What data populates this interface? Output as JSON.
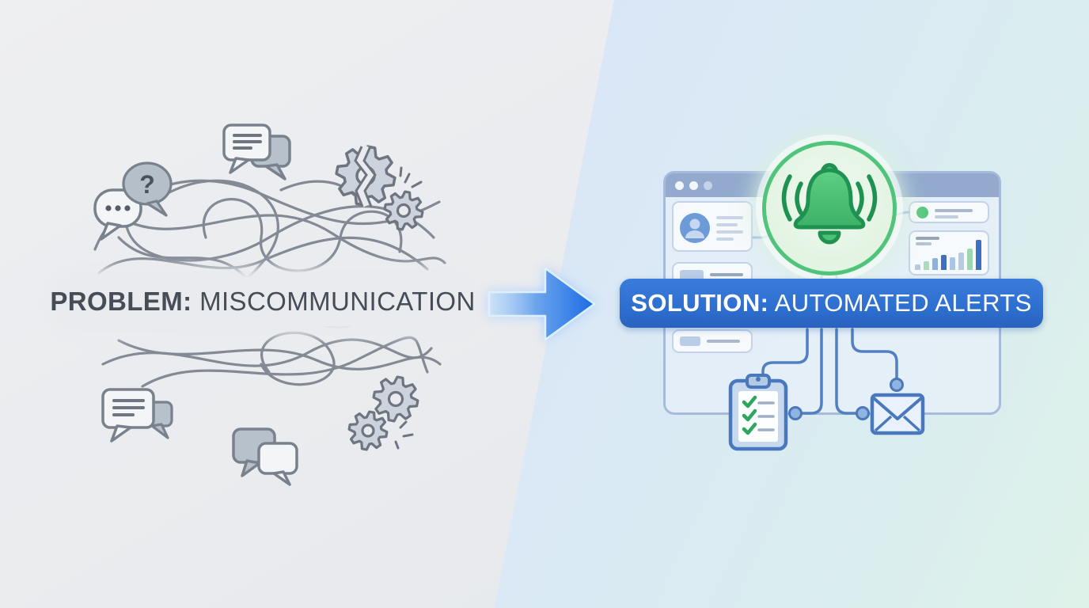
{
  "problem": {
    "heading_bold": "PROBLEM:",
    "heading_rest": " MISCOMMUNICATION",
    "heading_color": "#464d57",
    "question_mark": "?",
    "line_color": "#7e8591",
    "icons": [
      "ellipsis-speech-bubble",
      "question-speech-bubble",
      "chat-bubbles",
      "broken-gear",
      "gear",
      "tangled-lines",
      "message-bubble",
      "chat-bubbles",
      "gears-pair"
    ]
  },
  "arrow": {
    "icon": "right-arrow",
    "color_start": "#cbe2f8",
    "color_end": "#1c6be4"
  },
  "solution": {
    "heading_bold": "SOLUTION:",
    "heading_rest": " AUTOMATED ALERTS",
    "heading_color": "#ffffff",
    "banner_color": "#2d6fd0",
    "bell": {
      "icon": "notification-bell-icon",
      "circle_fill": "#e6f6e7",
      "circle_border": "#4fc47a",
      "bell_fill": "#4ec277",
      "bell_outline": "#1f9150"
    },
    "window": {
      "titlebar_color": "#93aace",
      "titlebar_dots": [
        "#f2f6fa",
        "#f2f6fa",
        "#c3d4ea"
      ],
      "cards": [
        "user-profile-card",
        "list-item-card",
        "notification-card",
        "bar-chart-card",
        "list-item-card"
      ],
      "chart": {
        "type": "bar",
        "values": [
          7,
          11,
          15,
          19,
          16,
          22,
          27,
          38
        ],
        "colors": [
          "#b9c9e2",
          "#abdcbd",
          "#8fb2da",
          "#3f6fc1",
          "#a9c6e8",
          "#b9c9e2",
          "#9fd6b2",
          "#3f6fc1"
        ]
      },
      "notification_dot_color": "#57c87d",
      "avatar_color": "#6d9bd8"
    },
    "icons": [
      "clipboard-checklist-icon",
      "email-envelope-icon"
    ],
    "accent_green": "#2ba65a",
    "accent_blue": "#4a78bc",
    "connector_color": "#517fc1"
  }
}
